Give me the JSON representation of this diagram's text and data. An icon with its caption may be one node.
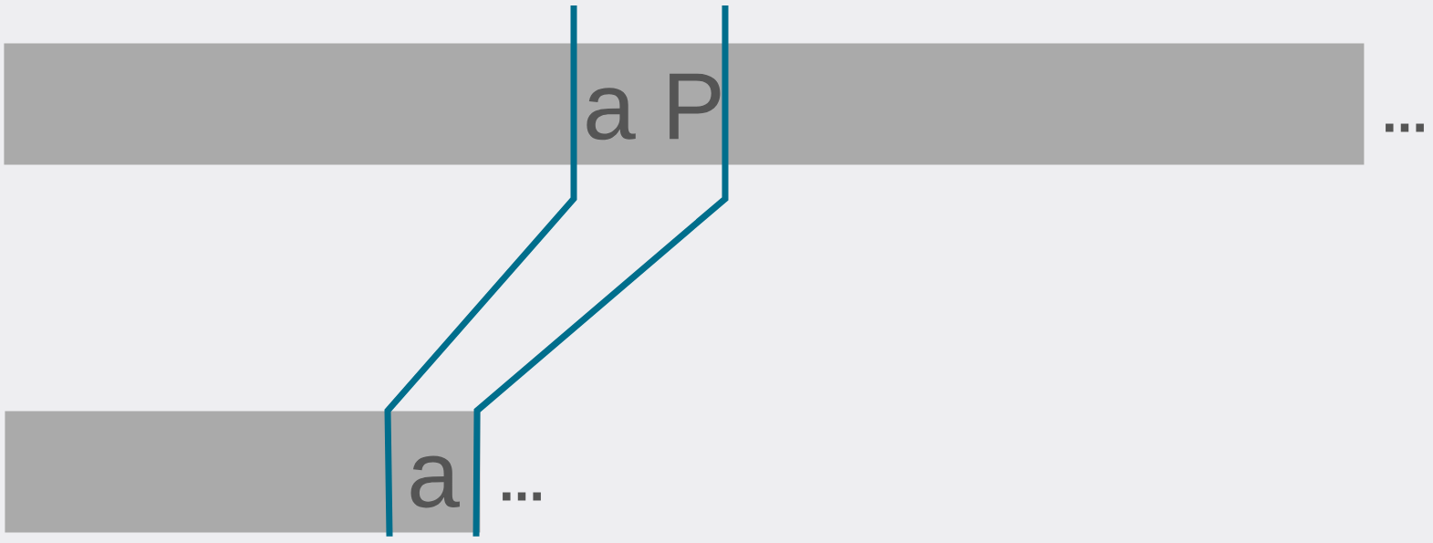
{
  "diagram": {
    "nodes": [
      {
        "text": [
          "a P"
        ],
        "beside": [
          "..."
        ]
      },
      {
        "text": [
          "a"
        ],
        "beside": [
          "..."
        ]
      }
    ],
    "edges": [
      {
        "from": 0,
        "to": 1,
        "arrow": "none",
        "color": "#006e8c"
      },
      {
        "from": 0,
        "to": 1,
        "arrow": "none",
        "color": "#006e8c"
      }
    ]
  }
}
